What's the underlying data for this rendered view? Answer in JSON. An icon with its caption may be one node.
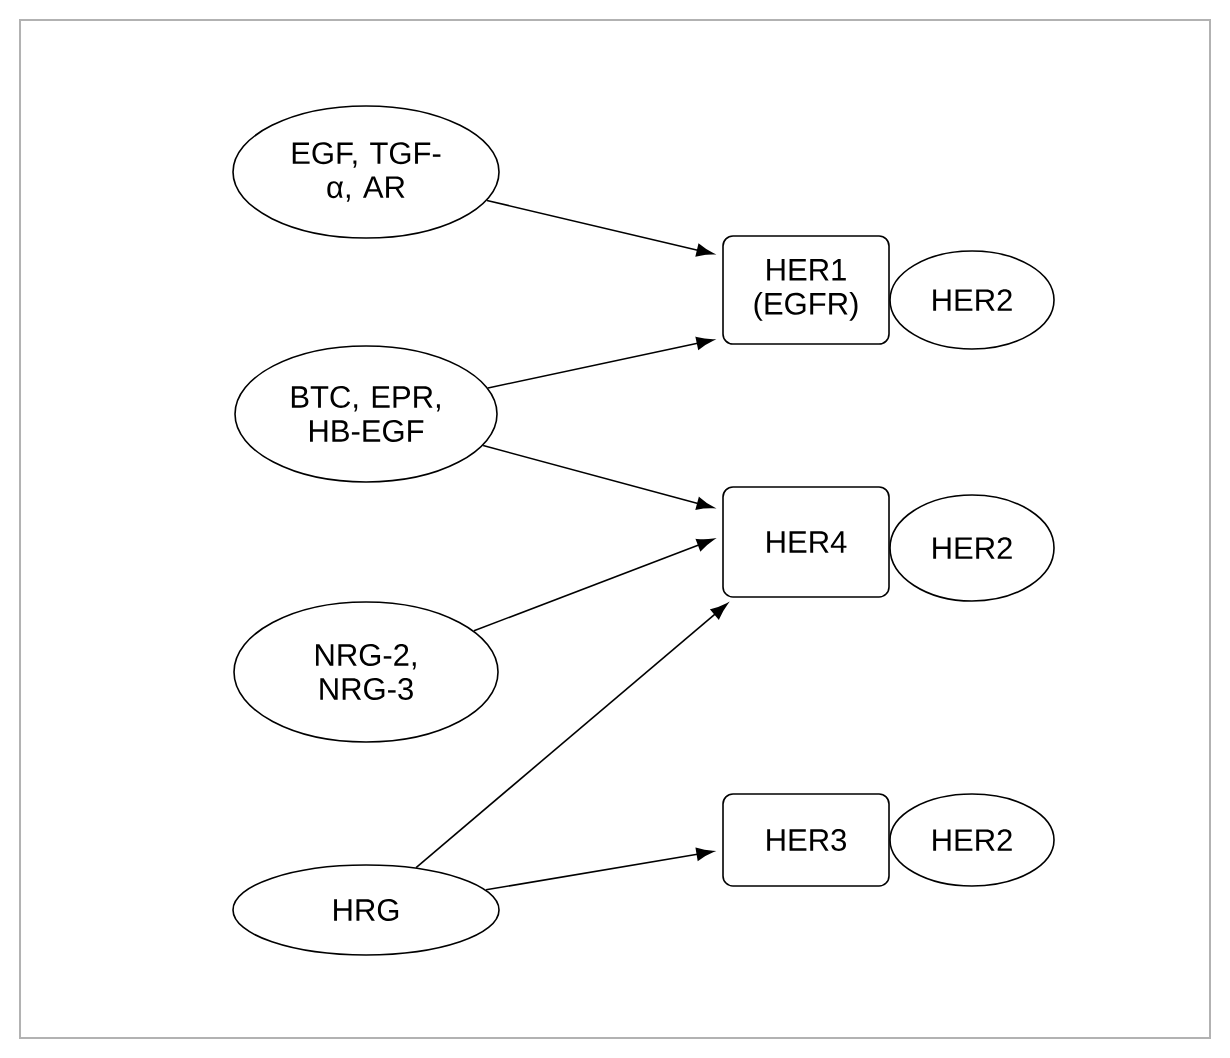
{
  "diagram": {
    "nodes": [
      {
        "text": [
          "EGF, TGF-α, AR"
        ]
      },
      {
        "text": [
          "BTC, EPR, HB-EGF"
        ]
      },
      {
        "text": [
          "NRG-2, NRG-3"
        ]
      },
      {
        "text": [
          "HRG"
        ]
      },
      {
        "text": [
          "HER1 (EGFR)"
        ]
      },
      {
        "text": [
          "HER2"
        ]
      },
      {
        "text": [
          "HER4"
        ]
      },
      {
        "text": [
          "HER2"
        ]
      },
      {
        "text": [
          "HER3"
        ]
      },
      {
        "text": [
          "HER2"
        ]
      }
    ],
    "edges": [
      {
        "from": 0,
        "to": 4,
        "arrow": "to"
      },
      {
        "from": 1,
        "to": 4,
        "arrow": "to"
      },
      {
        "from": 1,
        "to": 6,
        "arrow": "to"
      },
      {
        "from": 2,
        "to": 6,
        "arrow": "to"
      },
      {
        "from": 3,
        "to": 6,
        "arrow": "to"
      },
      {
        "from": 3,
        "to": 8,
        "arrow": "to"
      }
    ]
  }
}
